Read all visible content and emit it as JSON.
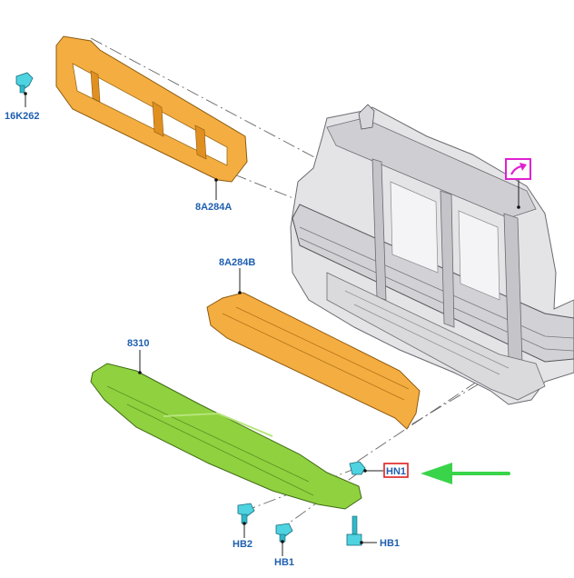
{
  "labels": {
    "clip_16k262": "16K262",
    "deflector_upper": "8A284A",
    "deflector_lower": "8A284B",
    "shield_8310": "8310",
    "hn1": "HN1",
    "hb2": "HB2",
    "hb1_left": "HB1",
    "hb1_right": "HB1"
  },
  "colors": {
    "label_blue": "#1f5fb0",
    "orange_part": "#f2a93b",
    "green_part": "#8fd13f",
    "gray_frame": "#d9d9dc",
    "cyan_fastener": "#4fd3e0",
    "magenta_box": "#e020d0",
    "red_box": "#e02020",
    "green_arrow": "#39d44a"
  },
  "icons": {
    "magenta_marker": "arrow-up-right-icon",
    "arrow": "arrow-left-icon"
  }
}
